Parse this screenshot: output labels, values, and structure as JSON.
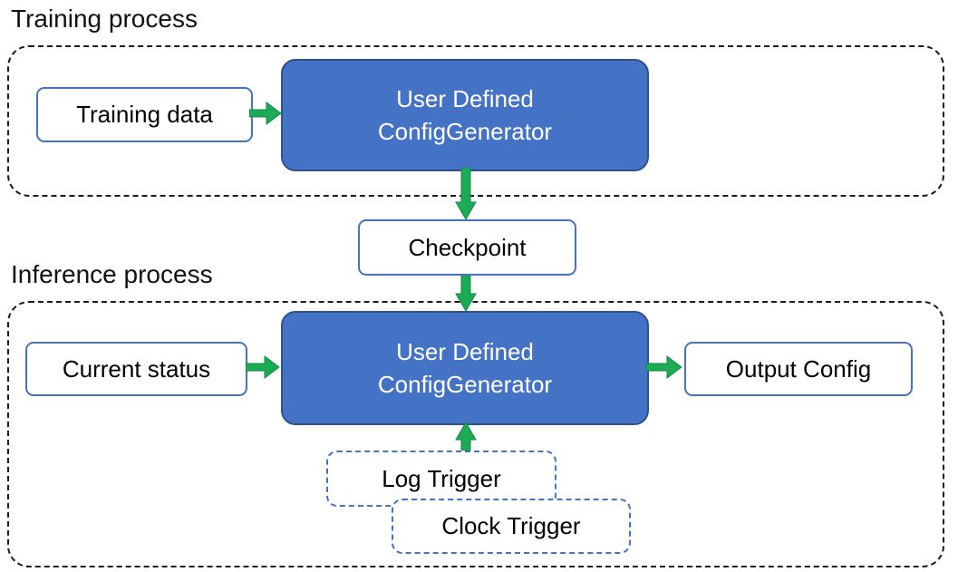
{
  "diagram": {
    "training": {
      "label": "Training process",
      "input_box": "Training data",
      "generator_line1": "User Defined",
      "generator_line2": "ConfigGenerator"
    },
    "checkpoint": {
      "label": "Checkpoint"
    },
    "inference": {
      "label": "Inference process",
      "input_box": "Current status",
      "generator_line1": "User Defined",
      "generator_line2": "ConfigGenerator",
      "output_box": "Output Config",
      "log_trigger": "Log Trigger",
      "clock_trigger": "Clock Trigger"
    },
    "colors": {
      "generator_fill": "#4472C4",
      "generator_border": "#2F528F",
      "io_box_border": "#4472C4",
      "trigger_dashed_border": "#4472C4",
      "arrow_green": "#1AAB54",
      "arrow_green_edge": "#128A42",
      "container_dash": "#1b1b1b",
      "text_dark": "#111111",
      "text_light": "#ffffff"
    }
  }
}
